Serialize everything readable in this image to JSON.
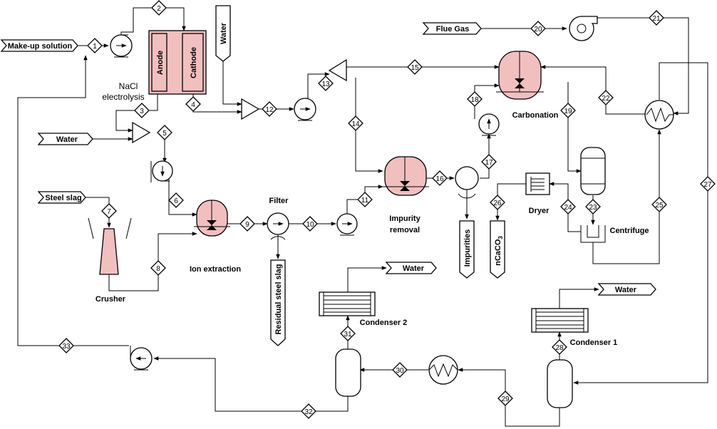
{
  "streams": {
    "make_up_solution": "Make-up solution",
    "water_1": "Water",
    "water_2": "Water",
    "water_3": "Water",
    "water_4": "Water",
    "steel_slag": "Steel slag",
    "flue_gas": "Flue Gas",
    "impurities": "Impurities",
    "ncaco3": "nCaCO",
    "ncaco3_sub": "3",
    "residual_steel_slag": "Residual steel slag"
  },
  "equipment": {
    "anode": "Anode",
    "cathode": "Cathode",
    "electrolysis_1": "NaCl",
    "electrolysis_2": "electrolysis",
    "filter": "Filter",
    "ion_extraction": "Ion extraction",
    "crusher": "Crusher",
    "impurity_removal_1": "Impurity",
    "impurity_removal_2": "removal",
    "carbonation": "Carbonation",
    "dryer": "Dryer",
    "centrifuge": "Centrifuge",
    "condenser_1": "Condenser 1",
    "condenser_2": "Condenser 2"
  },
  "stream_numbers": {
    "s1": "1",
    "s2": "2",
    "s3": "3",
    "s4": "4",
    "s5": "5",
    "s6": "6",
    "s7": "7",
    "s8": "8",
    "s9": "9",
    "s10": "10",
    "s11": "11",
    "s12": "12",
    "s13": "13",
    "s14": "14",
    "s15": "15",
    "s16": "16",
    "s17": "17",
    "s18": "18",
    "s19": "19",
    "s20": "20",
    "s21": "21",
    "s22": "22",
    "s23": "23",
    "s24": "24",
    "s25": "25",
    "s26": "26",
    "s27": "27",
    "s28": "28",
    "s29": "29",
    "s30": "30",
    "s31": "31",
    "s32": "32",
    "s33": "33"
  }
}
